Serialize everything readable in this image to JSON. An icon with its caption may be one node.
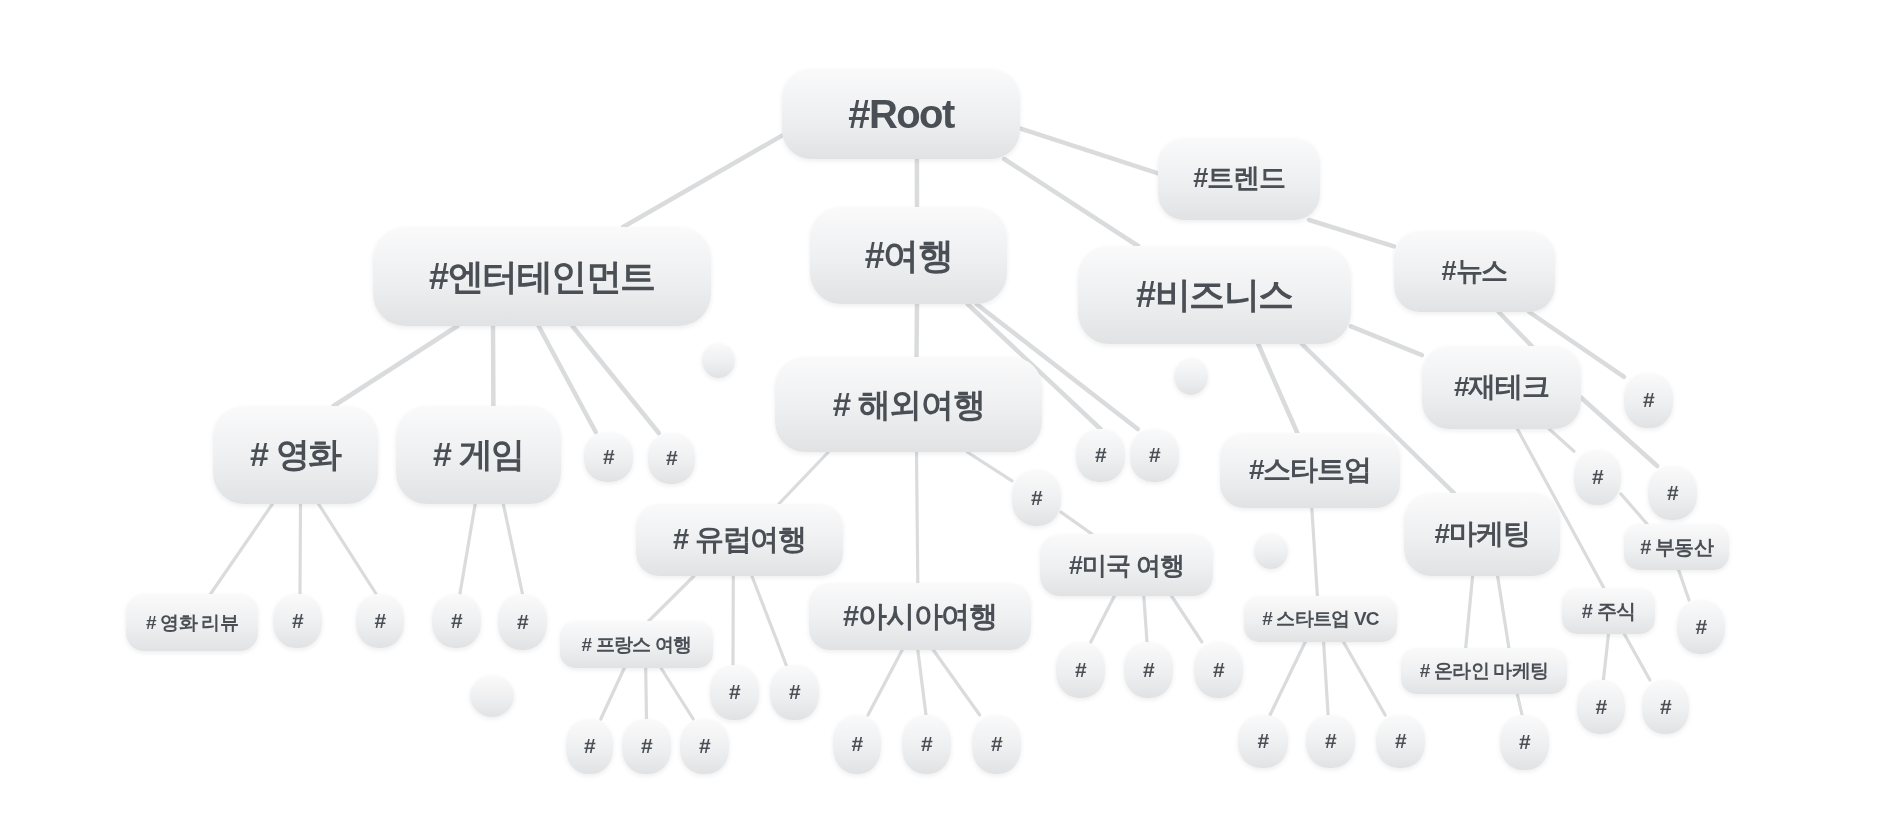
{
  "diagram": {
    "nodes": [
      {
        "text": [
          "#Root"
        ]
      },
      {
        "text": [
          "#트렌드"
        ]
      },
      {
        "text": [
          "#엔터테인먼트"
        ]
      },
      {
        "text": [
          "#여행"
        ]
      },
      {
        "text": [
          "#비즈니스"
        ]
      },
      {
        "text": [
          "#뉴스"
        ]
      },
      {
        "text": [],
        "shape": "circle"
      },
      {
        "text": [
          "# 해외여행"
        ]
      },
      {
        "text": [],
        "shape": "circle"
      },
      {
        "text": [
          "#재테크"
        ]
      },
      {
        "text": [
          "#"
        ]
      },
      {
        "text": [
          "# 영화"
        ]
      },
      {
        "text": [
          "# 게임"
        ]
      },
      {
        "text": [
          "#"
        ]
      },
      {
        "text": [
          "#"
        ]
      },
      {
        "text": [
          "#"
        ]
      },
      {
        "text": [
          "#"
        ]
      },
      {
        "text": [
          "#스타트업"
        ]
      },
      {
        "text": [
          "#"
        ]
      },
      {
        "text": [
          "#"
        ]
      },
      {
        "text": [
          "#"
        ]
      },
      {
        "text": [
          "# 유럽여행"
        ]
      },
      {
        "text": [
          "#마케팅"
        ]
      },
      {
        "text": [
          "#미국 여행"
        ]
      },
      {
        "text": [],
        "shape": "circle"
      },
      {
        "text": [
          "# 부동산"
        ]
      },
      {
        "text": [
          "#아시아여행"
        ]
      },
      {
        "text": [
          "# 영화 리뷰"
        ]
      },
      {
        "text": [
          "#"
        ]
      },
      {
        "text": [
          "#"
        ]
      },
      {
        "text": [
          "#"
        ]
      },
      {
        "text": [
          "#"
        ]
      },
      {
        "text": [
          "# 스타트업 VC"
        ]
      },
      {
        "text": [
          "# 주식"
        ]
      },
      {
        "text": [
          "#"
        ]
      },
      {
        "text": [
          "# 프랑스 여행"
        ]
      },
      {
        "text": [
          "#"
        ]
      },
      {
        "text": [
          "#"
        ]
      },
      {
        "text": [
          "# 온라인 마케팅"
        ]
      },
      {
        "text": [
          "#"
        ]
      },
      {
        "text": [
          "#"
        ]
      },
      {
        "text": [
          "#"
        ]
      },
      {
        "text": [],
        "shape": "circle"
      },
      {
        "text": [
          "#"
        ]
      },
      {
        "text": [
          "#"
        ]
      },
      {
        "text": [
          "#"
        ]
      },
      {
        "text": [
          "#"
        ]
      },
      {
        "text": [
          "#"
        ]
      },
      {
        "text": [
          "#"
        ]
      },
      {
        "text": [
          "#"
        ]
      },
      {
        "text": [
          "#"
        ]
      },
      {
        "text": [
          "#"
        ]
      },
      {
        "text": [
          "#"
        ]
      },
      {
        "text": [
          "#"
        ]
      },
      {
        "text": [
          "#"
        ]
      }
    ],
    "edges": [
      {
        "from": 0,
        "to": 2,
        "arrow": "none"
      },
      {
        "from": 0,
        "to": 3,
        "arrow": "none"
      },
      {
        "from": 0,
        "to": 4,
        "arrow": "none"
      },
      {
        "from": 0,
        "to": 1,
        "arrow": "none"
      },
      {
        "from": 1,
        "to": 5,
        "arrow": "none"
      },
      {
        "from": 2,
        "to": 11,
        "arrow": "none"
      },
      {
        "from": 2,
        "to": 12,
        "arrow": "none"
      },
      {
        "from": 2,
        "to": 13,
        "arrow": "none"
      },
      {
        "from": 2,
        "to": 14,
        "arrow": "none"
      },
      {
        "from": 3,
        "to": 7,
        "arrow": "none"
      },
      {
        "from": 3,
        "to": 15,
        "arrow": "none"
      },
      {
        "from": 3,
        "to": 16,
        "arrow": "none"
      },
      {
        "from": 4,
        "to": 17,
        "arrow": "none"
      },
      {
        "from": 4,
        "to": 22,
        "arrow": "none"
      },
      {
        "from": 4,
        "to": 9,
        "arrow": "none"
      },
      {
        "from": 5,
        "to": 10,
        "arrow": "none"
      },
      {
        "from": 5,
        "to": 9,
        "arrow": "none"
      },
      {
        "from": 9,
        "to": 20,
        "arrow": "none"
      },
      {
        "from": 9,
        "to": 33,
        "arrow": "none"
      },
      {
        "from": 9,
        "to": 19,
        "arrow": "none"
      },
      {
        "from": 19,
        "to": 25,
        "arrow": "none"
      },
      {
        "from": 25,
        "to": 34,
        "arrow": "none"
      },
      {
        "from": 33,
        "to": 43,
        "arrow": "none"
      },
      {
        "from": 33,
        "to": 44,
        "arrow": "none"
      },
      {
        "from": 7,
        "to": 21,
        "arrow": "none"
      },
      {
        "from": 7,
        "to": 26,
        "arrow": "none"
      },
      {
        "from": 7,
        "to": 18,
        "arrow": "none"
      },
      {
        "from": 18,
        "to": 23,
        "arrow": "none"
      },
      {
        "from": 11,
        "to": 27,
        "arrow": "none"
      },
      {
        "from": 11,
        "to": 28,
        "arrow": "none"
      },
      {
        "from": 11,
        "to": 29,
        "arrow": "none"
      },
      {
        "from": 12,
        "to": 30,
        "arrow": "none"
      },
      {
        "from": 12,
        "to": 31,
        "arrow": "none"
      },
      {
        "from": 21,
        "to": 35,
        "arrow": "none"
      },
      {
        "from": 21,
        "to": 36,
        "arrow": "none"
      },
      {
        "from": 21,
        "to": 37,
        "arrow": "none"
      },
      {
        "from": 35,
        "to": 45,
        "arrow": "none"
      },
      {
        "from": 35,
        "to": 46,
        "arrow": "none"
      },
      {
        "from": 35,
        "to": 47,
        "arrow": "none"
      },
      {
        "from": 26,
        "to": 48,
        "arrow": "none"
      },
      {
        "from": 26,
        "to": 49,
        "arrow": "none"
      },
      {
        "from": 26,
        "to": 50,
        "arrow": "none"
      },
      {
        "from": 23,
        "to": 39,
        "arrow": "none"
      },
      {
        "from": 23,
        "to": 40,
        "arrow": "none"
      },
      {
        "from": 23,
        "to": 41,
        "arrow": "none"
      },
      {
        "from": 17,
        "to": 32,
        "arrow": "none"
      },
      {
        "from": 32,
        "to": 51,
        "arrow": "none"
      },
      {
        "from": 32,
        "to": 52,
        "arrow": "none"
      },
      {
        "from": 32,
        "to": 53,
        "arrow": "none"
      },
      {
        "from": 22,
        "to": 38,
        "arrow": "none"
      },
      {
        "from": 22,
        "to": 38,
        "arrow": "none"
      },
      {
        "from": 38,
        "to": 54,
        "arrow": "none"
      }
    ]
  }
}
